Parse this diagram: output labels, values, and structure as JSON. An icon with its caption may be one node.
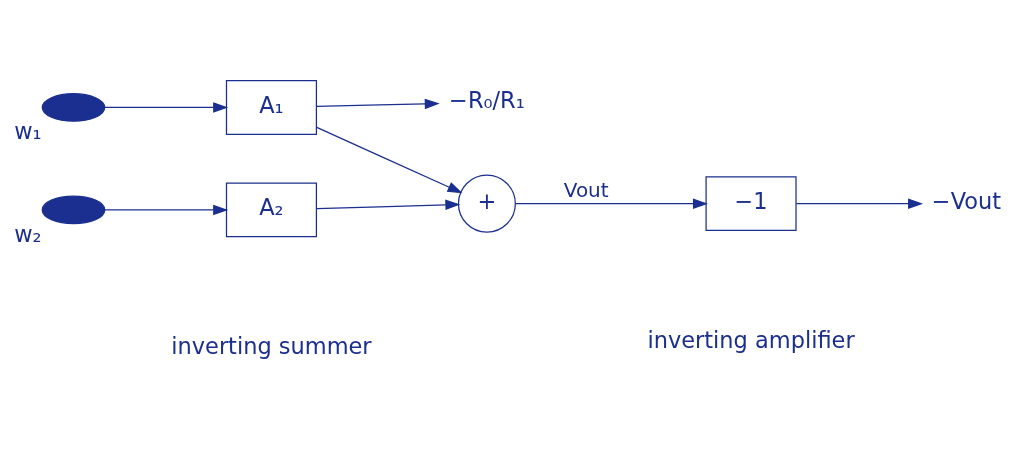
{
  "diagram": {
    "nodes": [
      {
        "text": [
          "w₁"
        ]
      },
      {
        "text": [
          "A₁"
        ]
      },
      {
        "text": [
          "−R₀/R₁"
        ]
      },
      {
        "text": [
          "w₂"
        ]
      },
      {
        "text": [
          "A₂"
        ]
      },
      {
        "text": [
          "+"
        ]
      },
      {
        "text": [
          "−1"
        ]
      },
      {
        "text": [
          "−Vout"
        ]
      }
    ],
    "edges": [
      {
        "from": 0,
        "to": 1,
        "arrow": "to"
      },
      {
        "from": 1,
        "to": 2,
        "arrow": "to"
      },
      {
        "from": 1,
        "to": 5,
        "arrow": "to"
      },
      {
        "from": 3,
        "to": 4,
        "arrow": "to"
      },
      {
        "from": 4,
        "to": 5,
        "arrow": "to"
      },
      {
        "from": 5,
        "to": 6,
        "arrow": "to",
        "label": "Vout"
      },
      {
        "from": 6,
        "to": 7,
        "arrow": "to"
      }
    ],
    "labels": [
      "inverting summer",
      "inverting amplifier"
    ]
  }
}
